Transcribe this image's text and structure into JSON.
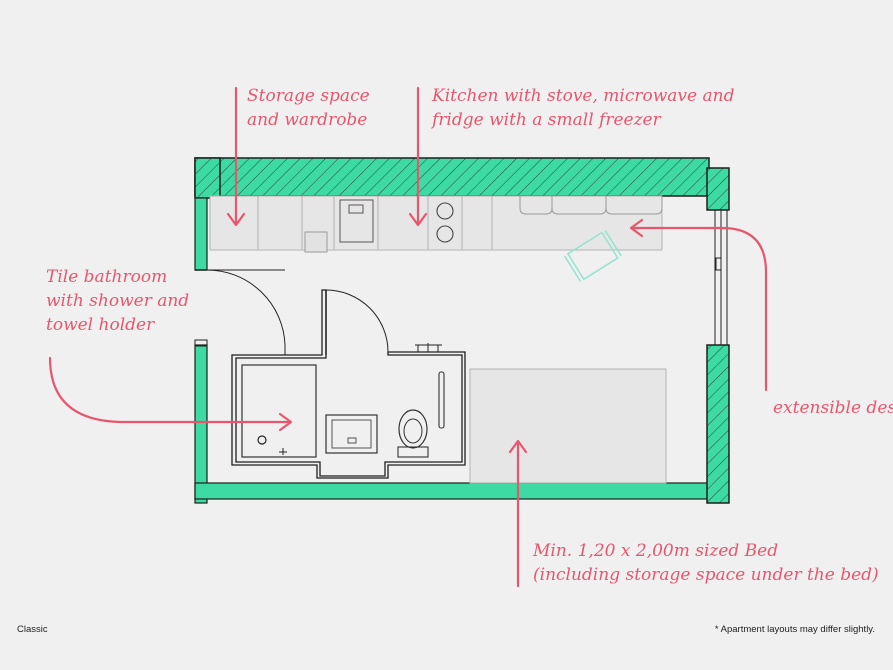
{
  "annotations": {
    "storage": [
      "Storage space",
      "and wardrobe"
    ],
    "kitchen": [
      "Kitchen with stove, microwave and",
      "fridge with a small freezer"
    ],
    "bathroom": [
      "Tile bathroom",
      "with shower and",
      "towel holder"
    ],
    "desk": [
      "extensible desk"
    ],
    "bed": [
      "Min. 1,20 x 2,00m sized Bed",
      "(including storage space under the bed)"
    ]
  },
  "footer": {
    "layout_name": "Classic",
    "disclaimer": "* Apartment layouts may differ slightly."
  },
  "colors": {
    "wall": "#3ddba3",
    "annotation": "#e8566e",
    "desk_chair": "#8fe3cf",
    "background": "#f0f0f0"
  }
}
